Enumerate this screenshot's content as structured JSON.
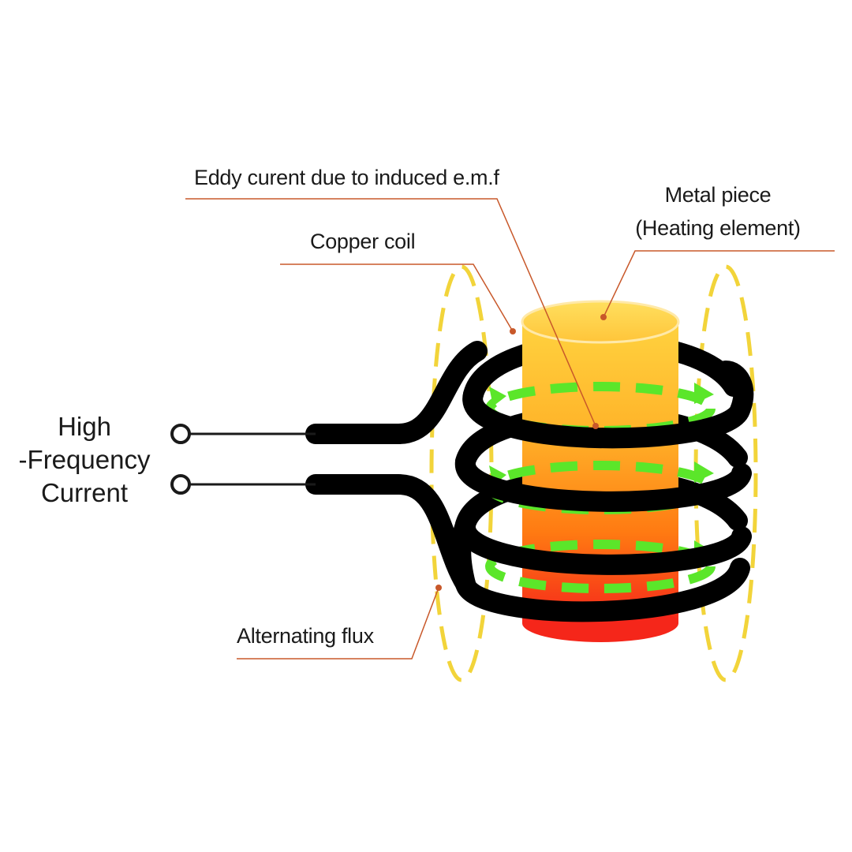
{
  "labels": {
    "eddy_current": "Eddy curent due to induced e.m.f",
    "copper_coil": "Copper coil",
    "metal_piece_line1": "Metal piece",
    "metal_piece_line2": "(Heating element)",
    "alternating_flux": "Alternating flux",
    "source_line1": "High",
    "source_line2": "-Frequency",
    "source_line3": "Current"
  },
  "colors": {
    "leader_line": "#c8582a",
    "flux": "#f2d43a",
    "coil": "#000000",
    "eddy": "#5be62a",
    "metal_top": "#ffe066",
    "metal_mid": "#ffa21e",
    "metal_bottom": "#f5261a",
    "terminal": "#1a1a1a"
  },
  "icons": {
    "terminal": "terminal-circle-icon",
    "arrow": "eddy-arrow-icon"
  }
}
